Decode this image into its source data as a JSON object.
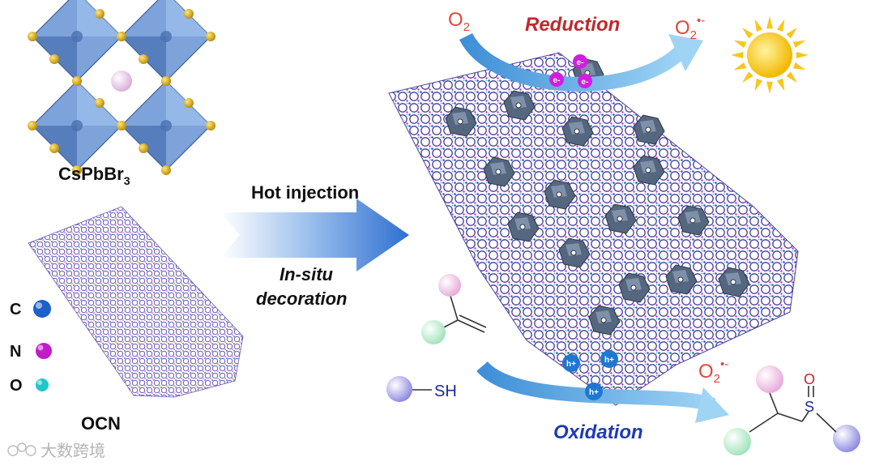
{
  "title": "",
  "crystal_label_main": "CsPbBr",
  "crystal_label_sub": "3",
  "ocn_label": "OCN",
  "legend": [
    {
      "letter": "C",
      "color": "#1e5fc8"
    },
    {
      "letter": "N",
      "color": "#c21ac8"
    },
    {
      "letter": "O",
      "color": "#1ec8c8"
    }
  ],
  "arrow_top_label": "Hot injection",
  "arrow_bottom_line1": "In-situ",
  "arrow_bottom_line2": "decoration",
  "reduction": {
    "label": "Reduction",
    "reactant": "O",
    "reactant_sub": "2",
    "product": "O",
    "product_sub": "2",
    "product_sup": "•-",
    "carrier": "e-"
  },
  "oxidation": {
    "label": "Oxidation",
    "reagent": "SH",
    "oxidant": "O",
    "oxidant_sub": "2",
    "oxidant_sup": "•-",
    "carrier": "h+"
  },
  "sulfoxide": {
    "sulfur": "S",
    "oxygen": "O"
  },
  "watermark": "大数跨境",
  "colors": {
    "reduction_text": "#c0282d",
    "oxidation_text": "#1e3ab8",
    "oxide_text": "#e0473c",
    "electron": "#d21ee0",
    "hole": "#1e78d2",
    "arrow": "#5aa8e6",
    "sun": "#f7c51e"
  }
}
